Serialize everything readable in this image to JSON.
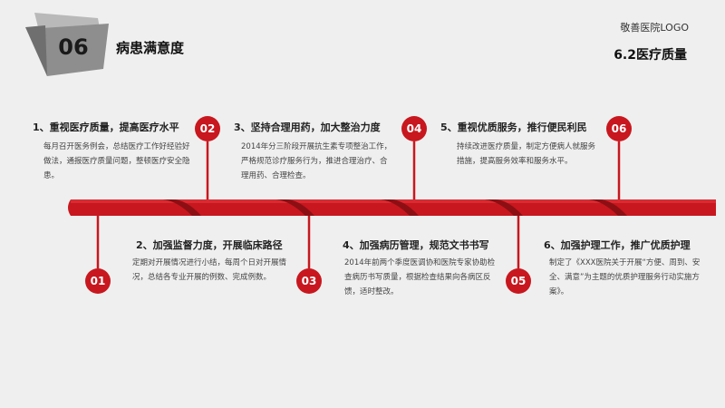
{
  "header": {
    "badge_number": "06",
    "page_title": "病患满意度",
    "logo_text": "敬善医院LOGO",
    "section_title": "6.2医疗质量"
  },
  "colors": {
    "accent": "#c8171e",
    "accent_dark": "#8c0f14",
    "badge_gray": "#8e8e8e",
    "badge_light": "#b9b9b9"
  },
  "items": [
    {
      "number": "01",
      "title": "1、重视医疗质量，提高医疗水平",
      "body": "每月召开医务例会，总结医疗工作好经验好做法，通报医疗质量问题，整顿医疗安全隐患。"
    },
    {
      "number": "02",
      "title": "2、加强监督力度，开展临床路径",
      "body": "定期对开展情况进行小结，每周个日对开展情况，总结各专业开展的例数、完成例数。"
    },
    {
      "number": "03",
      "title": "3、坚持合理用药，加大整治力度",
      "body": "2014年分三阶段开展抗生素专项整治工作，严格规范诊疗服务行为，推进合理治疗、合理用药、合理检查。"
    },
    {
      "number": "04",
      "title": "4、加强病历管理，规范文书书写",
      "body": "2014年前两个季度医调协和医院专家协助检查病历书写质量，根据检查结果向各病区反馈，适时整改。"
    },
    {
      "number": "05",
      "title": "5、重视优质服务，推行便民利民",
      "body": "持续改进医疗质量，制定方便病人就服务措施，提高服务效率和服务水平。"
    },
    {
      "number": "06",
      "title": "6、加强护理工作，推广优质护理",
      "body": "制定了《XXX医院关于开展“方便、周到、安全、满意”为主题的优质护理服务行动实施方案》。"
    }
  ]
}
